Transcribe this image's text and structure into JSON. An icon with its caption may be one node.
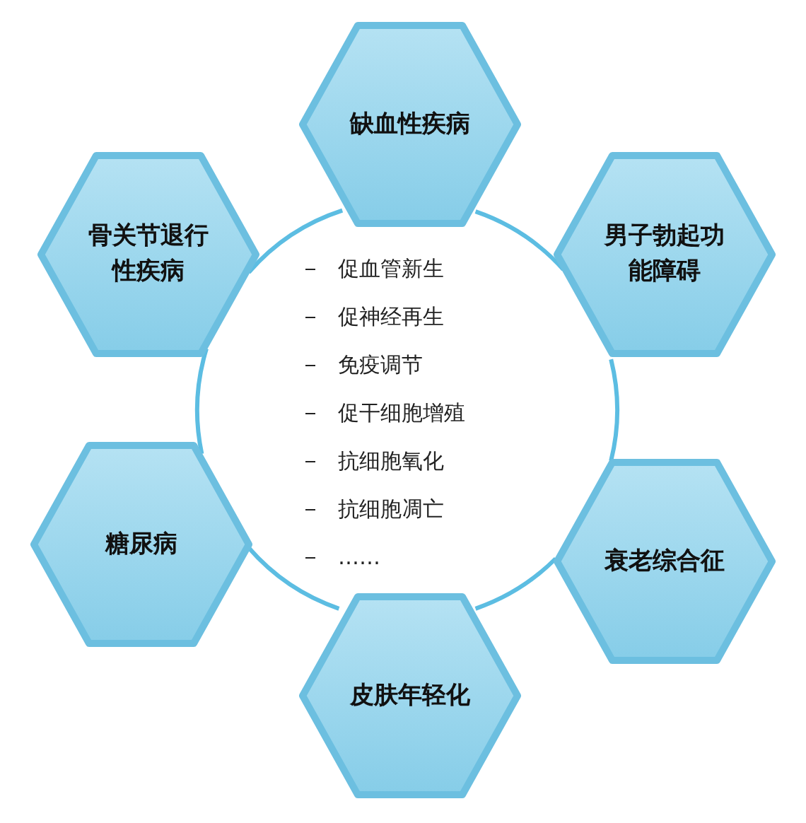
{
  "diagram": {
    "nodes": [
      {
        "text": [
          "促血管新生",
          "促神经再生",
          "免疫调节",
          "促干细胞增殖",
          "抗细胞氧化",
          "抗细胞凋亡",
          "……"
        ]
      },
      {
        "text": [
          "缺血性疾病"
        ]
      },
      {
        "text": [
          "骨关节退行性疾病"
        ]
      },
      {
        "text": [
          "男子勃起功能障碍"
        ]
      },
      {
        "text": [
          "糖尿病"
        ]
      },
      {
        "text": [
          "衰老综合征"
        ]
      },
      {
        "text": [
          "皮肤年轻化"
        ]
      }
    ]
  }
}
